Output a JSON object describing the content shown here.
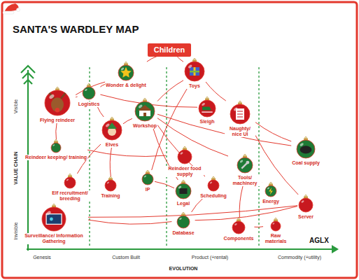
{
  "diagram": {
    "title": "SANTA'S WARDLEY MAP",
    "nodes": [
      {
        "text": [
          "Children"
        ]
      },
      {
        "text": [
          "Wonder & delight"
        ]
      },
      {
        "text": [
          "Toys"
        ]
      },
      {
        "text": [
          "Logistics"
        ]
      },
      {
        "text": [
          "Flying reindeer"
        ]
      },
      {
        "text": [
          "Workshop"
        ]
      },
      {
        "text": [
          "Sleigh"
        ]
      },
      {
        "text": [
          "Naughty/ nice UI"
        ]
      },
      {
        "text": [
          "Elves"
        ]
      },
      {
        "text": [
          "Reindeer keeping/ training"
        ]
      },
      {
        "text": [
          "Coal supply"
        ]
      },
      {
        "text": [
          "Reindeer food supply"
        ]
      },
      {
        "text": [
          "Tools/ machinery"
        ]
      },
      {
        "text": [
          "IP"
        ]
      },
      {
        "text": [
          "Elf recruitment/ breeding"
        ]
      },
      {
        "text": [
          "Training"
        ]
      },
      {
        "text": [
          "Scheduling"
        ]
      },
      {
        "text": [
          "Energy"
        ]
      },
      {
        "text": [
          "Legal"
        ]
      },
      {
        "text": [
          "Server"
        ]
      },
      {
        "text": [
          "Surveillance/ Information Gathering"
        ]
      },
      {
        "text": [
          "Database"
        ]
      },
      {
        "text": [
          "Raw materials"
        ]
      },
      {
        "text": [
          "Components"
        ]
      }
    ],
    "edges": [
      {
        "from": 0,
        "to": 1,
        "arrow": "none"
      },
      {
        "from": 0,
        "to": 2,
        "arrow": "none"
      },
      {
        "from": 1,
        "to": 4,
        "arrow": "none"
      },
      {
        "from": 1,
        "to": 3,
        "arrow": "none"
      },
      {
        "from": 2,
        "to": 5,
        "arrow": "none"
      },
      {
        "from": 2,
        "to": 7,
        "arrow": "none"
      },
      {
        "from": 2,
        "to": 13,
        "arrow": "none"
      },
      {
        "from": 3,
        "to": 6,
        "arrow": "none"
      },
      {
        "from": 3,
        "to": 4,
        "arrow": "none"
      },
      {
        "from": 3,
        "to": 8,
        "arrow": "none"
      },
      {
        "from": 5,
        "to": 8,
        "arrow": "none"
      },
      {
        "from": 5,
        "to": 10,
        "arrow": "none"
      },
      {
        "from": 5,
        "to": 12,
        "arrow": "none"
      },
      {
        "from": 5,
        "to": 16,
        "arrow": "none"
      },
      {
        "from": 5,
        "to": 18,
        "arrow": "none"
      },
      {
        "from": 4,
        "to": 9,
        "arrow": "none"
      },
      {
        "from": 9,
        "to": 11,
        "arrow": "none"
      },
      {
        "from": 8,
        "to": 15,
        "arrow": "none"
      },
      {
        "from": 8,
        "to": 14,
        "arrow": "none"
      },
      {
        "from": 7,
        "to": 10,
        "arrow": "none"
      },
      {
        "from": 7,
        "to": 19,
        "arrow": "none"
      },
      {
        "from": 12,
        "to": 17,
        "arrow": "none"
      },
      {
        "from": 12,
        "to": 23,
        "arrow": "none"
      },
      {
        "from": 23,
        "to": 22,
        "arrow": "none"
      },
      {
        "from": 20,
        "to": 21,
        "arrow": "none"
      },
      {
        "from": 20,
        "to": 19,
        "arrow": "none"
      },
      {
        "from": 21,
        "to": 19,
        "arrow": "none"
      },
      {
        "from": 16,
        "to": 21,
        "arrow": "none"
      },
      {
        "from": 18,
        "to": 13,
        "arrow": "none"
      }
    ],
    "labels": [
      "Visible",
      "Invisible",
      "VALUE CHAIN",
      "Genesis",
      "Custom Built",
      "Product (+rental)",
      "Commodity (+utility)",
      "EVOLUTION",
      "AGLX"
    ]
  }
}
